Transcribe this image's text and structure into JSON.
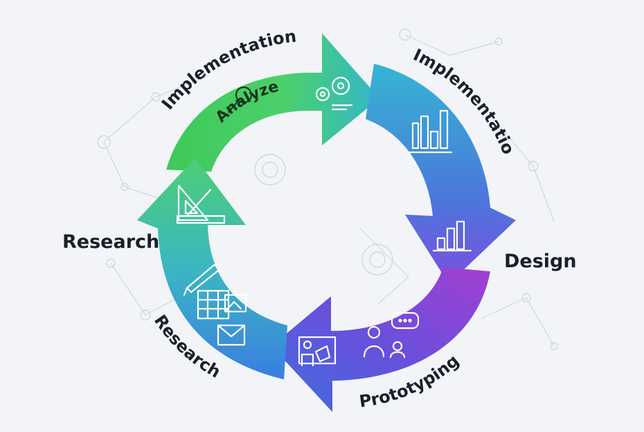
{
  "labels": {
    "top_arc": "Implementation",
    "inner_top": "Analyze",
    "right_arc": "Implementation",
    "design": "Design",
    "research_left": "Research",
    "research_arc": "Research",
    "prototyping": "Prototyping"
  },
  "colors": {
    "background": "#f2f4f7",
    "segment_green": "#3ec95a",
    "segment_teal": "#35b6d2",
    "segment_blue": "#4a78dc",
    "segment_violet": "#8a3fd6",
    "label_text": "#1b1f2a"
  },
  "icons": {
    "top_segment": [
      "magnifier-icon",
      "gears-icon"
    ],
    "right_segment": [
      "bar-chart-icon",
      "bar-chart-icon"
    ],
    "bottom_segment": [
      "presentation-icon",
      "team-chat-icon"
    ],
    "left_segment": [
      "drafting-tools-icon",
      "pencil-icon",
      "spreadsheet-icon",
      "image-icon",
      "mail-icon"
    ]
  }
}
